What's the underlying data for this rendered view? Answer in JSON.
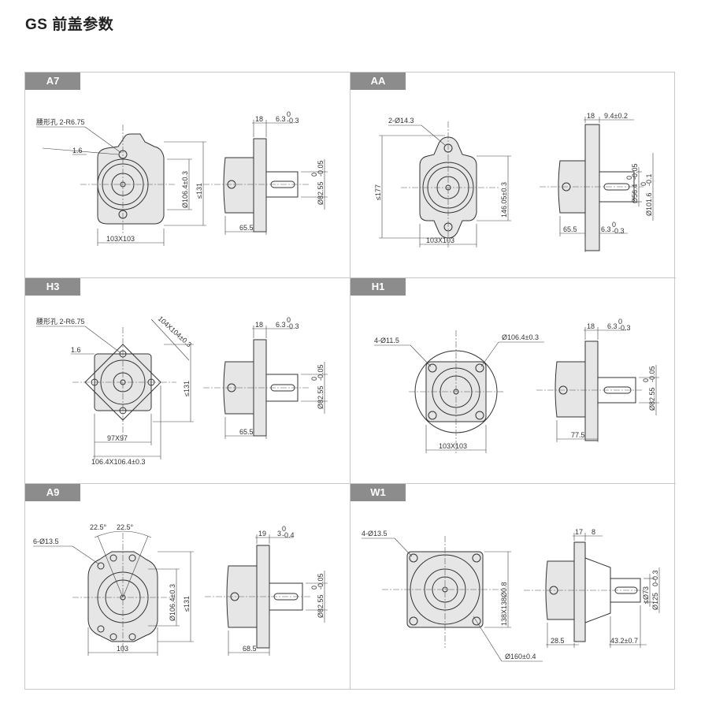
{
  "page": {
    "title": "GS 前盖参数"
  },
  "panels": [
    {
      "code": "A7",
      "labels": {
        "hole": "腰形孔 2-R6.75",
        "offset": "1.6",
        "bottom": "103X103",
        "bore": "Ø106.4±0.3",
        "height": "≤131",
        "flange": "18",
        "pilot_len": "6.3",
        "pilot_tol": "-0.3",
        "pilot_up": "0",
        "shaft_len": "65.5",
        "shaft_dia": "Ø82.55",
        "shaft_tol": "-0.05",
        "shaft_up": "0"
      }
    },
    {
      "code": "AA",
      "labels": {
        "hole": "2-Ø14.3",
        "height": "≤177",
        "bore": "146.05±0.3",
        "bottom": "103X103",
        "flange": "18",
        "pilot_len": "9.4±0.2",
        "shaft_len": "65.5",
        "pilot2_len": "6.3",
        "pilot2_tol": "-0.3",
        "pilot2_up": "0",
        "shaft_dia": "Ø56.4",
        "shaft_dia_tol": "-0.05",
        "shaft_dia_up": "0",
        "pilot_dia": "Ø101.6",
        "pilot_dia_tol": "-0.1",
        "pilot_dia_up": "0"
      }
    },
    {
      "code": "H3",
      "labels": {
        "hole": "腰形孔 2-R6.75",
        "offset": "1.6",
        "diag": "104X104±0.3",
        "height": "≤131",
        "bottom": "97X97",
        "bottom2": "106.4X106.4±0.3",
        "flange": "18",
        "pilot_len": "6.3",
        "pilot_tol": "-0.3",
        "pilot_up": "0",
        "shaft_len": "65.5",
        "shaft_dia": "Ø82.55",
        "shaft_tol": "-0.05",
        "shaft_up": "0"
      }
    },
    {
      "code": "H1",
      "labels": {
        "hole": "4-Ø11.5",
        "pcd": "Ø106.4±0.3",
        "bottom": "103X103",
        "flange": "18",
        "pilot_len": "6.3",
        "pilot_tol": "-0.3",
        "pilot_up": "0",
        "shaft_len": "77.5",
        "shaft_dia": "Ø82.55",
        "shaft_tol": "-0.05",
        "shaft_up": "0"
      }
    },
    {
      "code": "A9",
      "labels": {
        "angle1": "22.5°",
        "angle2": "22.5°",
        "hole": "6-Ø13.5",
        "bore": "Ø106.4±0.3",
        "height": "≤131",
        "bottom": "103",
        "flange": "19",
        "pilot_len": "3",
        "pilot_tol": "-0.4",
        "pilot_up": "0",
        "shaft_len": "68.5",
        "shaft_dia": "Ø82.55",
        "shaft_tol": "-0.05",
        "shaft_up": "0"
      }
    },
    {
      "code": "W1",
      "labels": {
        "hole": "4-Ø13.5",
        "square": "138X138Ø0.8",
        "pcd": "Ø160±0.4",
        "flange": "17",
        "pilot_len": "8",
        "shaft_len": "28.5",
        "shaft2_len": "43.2±0.7",
        "shaft_dia": "≤Ø73",
        "pilot_dia": "Ø125",
        "pilot_dia_tol": "0-0.3"
      }
    }
  ]
}
